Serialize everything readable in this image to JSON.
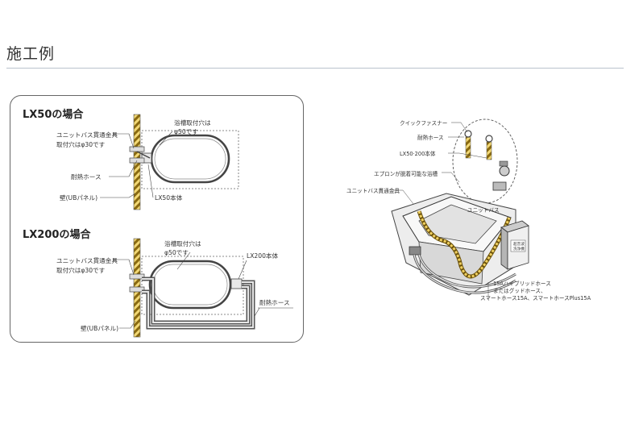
{
  "page": {
    "heading": "施工例"
  },
  "left_panel": {
    "lx50": {
      "title": "LX50の場合",
      "label_fitting": "ユニットバス貫通金具",
      "label_fitting_hole": "取付穴はφ30です",
      "label_hose": "耐熱ホース",
      "label_wall": "壁(UBパネル)",
      "label_tub_hole_1": "浴槽取付穴は",
      "label_tub_hole_2": "φ50です",
      "label_unit": "LX50本体"
    },
    "lx200": {
      "title": "LX200の場合",
      "label_fitting": "ユニットバス貫通金具",
      "label_fitting_hole": "取付穴はφ30です",
      "label_tub_hole_1": "浴槽取付穴は",
      "label_tub_hole_2": "φ50です",
      "label_unit": "LX200本体",
      "label_hose": "耐熱ホース",
      "label_wall": "壁(UBパネル)"
    }
  },
  "right_diagram": {
    "label_quick_fastener": "クイックファスナー",
    "label_hose": "耐熱ホース",
    "label_unit": "LX50·200本体",
    "label_tub": "エプロンが脱着可能な浴槽",
    "label_fitting": "ユニットバス貫通金具",
    "label_unit_bath": "ユニットバス",
    "device_text_1": "超音波",
    "device_text_2": "洗浄機",
    "label_pipe_1": "15Aハイブリッドホース",
    "label_pipe_2": "またはグッドホース、",
    "label_pipe_3": "スマートホース15A、スマートホースPlus15A"
  }
}
